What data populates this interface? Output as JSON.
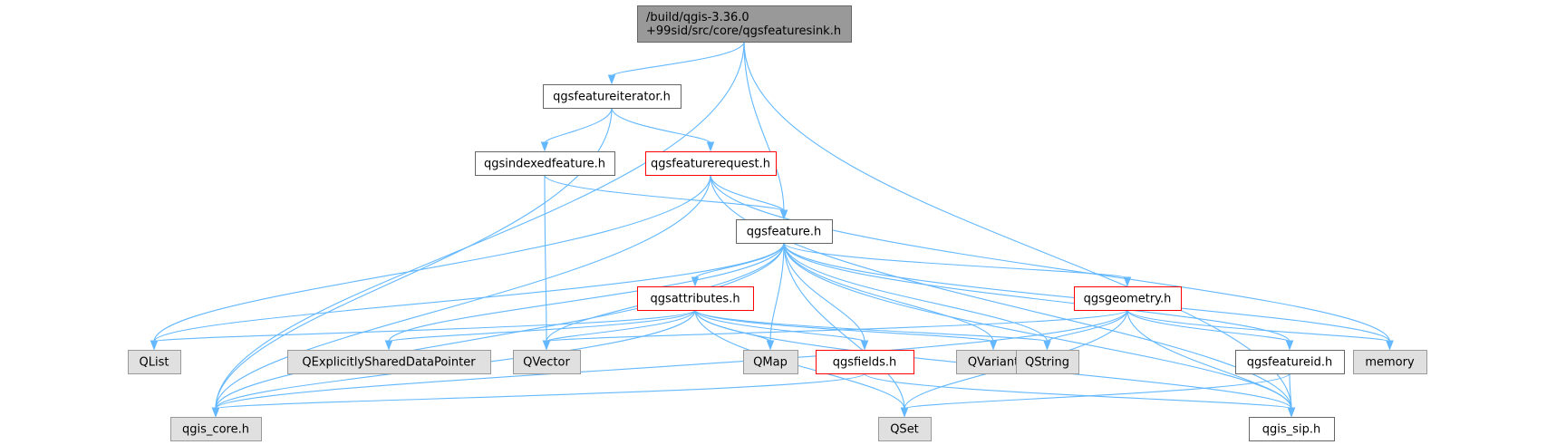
{
  "nodes": [
    {
      "id": "root",
      "lines": [
        "/build/qgis-3.36.0",
        "+99sid/src/core/qgsfeaturesink.h"
      ],
      "kind": "root"
    },
    {
      "id": "iterator",
      "lines": [
        "qgsfeatureiterator.h"
      ],
      "kind": "file"
    },
    {
      "id": "indexed",
      "lines": [
        "qgsindexedfeature.h"
      ],
      "kind": "file"
    },
    {
      "id": "request",
      "lines": [
        "qgsfeaturerequest.h"
      ],
      "kind": "truncated"
    },
    {
      "id": "feature",
      "lines": [
        "qgsfeature.h"
      ],
      "kind": "file"
    },
    {
      "id": "attributes",
      "lines": [
        "qgsattributes.h"
      ],
      "kind": "truncated"
    },
    {
      "id": "geometry",
      "lines": [
        "qgsgeometry.h"
      ],
      "kind": "truncated"
    },
    {
      "id": "qlist",
      "lines": [
        "QList"
      ],
      "kind": "external"
    },
    {
      "id": "qexpl",
      "lines": [
        "QExplicitlySharedDataPointer"
      ],
      "kind": "external"
    },
    {
      "id": "qvector",
      "lines": [
        "QVector"
      ],
      "kind": "external"
    },
    {
      "id": "qmap",
      "lines": [
        "QMap"
      ],
      "kind": "external"
    },
    {
      "id": "fields",
      "lines": [
        "qgsfields.h"
      ],
      "kind": "truncated"
    },
    {
      "id": "qvariant",
      "lines": [
        "QVariant"
      ],
      "kind": "external"
    },
    {
      "id": "qstring",
      "lines": [
        "QString"
      ],
      "kind": "external"
    },
    {
      "id": "featureid",
      "lines": [
        "qgsfeatureid.h"
      ],
      "kind": "file"
    },
    {
      "id": "memory",
      "lines": [
        "memory"
      ],
      "kind": "external"
    },
    {
      "id": "core",
      "lines": [
        "qgis_core.h"
      ],
      "kind": "external"
    },
    {
      "id": "qset",
      "lines": [
        "QSet"
      ],
      "kind": "external"
    },
    {
      "id": "sip",
      "lines": [
        "qgis_sip.h"
      ],
      "kind": "file"
    }
  ],
  "edges": [
    [
      "root",
      "iterator"
    ],
    [
      "root",
      "feature"
    ],
    [
      "root",
      "core"
    ],
    [
      "root",
      "sip"
    ],
    [
      "iterator",
      "indexed"
    ],
    [
      "iterator",
      "request"
    ],
    [
      "iterator",
      "core"
    ],
    [
      "indexed",
      "feature"
    ],
    [
      "indexed",
      "qvector"
    ],
    [
      "request",
      "feature"
    ],
    [
      "request",
      "qlist"
    ],
    [
      "request",
      "core"
    ],
    [
      "request",
      "memory"
    ],
    [
      "request",
      "sip"
    ],
    [
      "feature",
      "attributes"
    ],
    [
      "feature",
      "geometry"
    ],
    [
      "feature",
      "qlist"
    ],
    [
      "feature",
      "qexpl"
    ],
    [
      "feature",
      "qvector"
    ],
    [
      "feature",
      "qmap"
    ],
    [
      "feature",
      "fields"
    ],
    [
      "feature",
      "qvariant"
    ],
    [
      "feature",
      "qstring"
    ],
    [
      "feature",
      "featureid"
    ],
    [
      "feature",
      "memory"
    ],
    [
      "feature",
      "core"
    ],
    [
      "feature",
      "qset"
    ],
    [
      "feature",
      "sip"
    ],
    [
      "attributes",
      "qlist"
    ],
    [
      "attributes",
      "qexpl"
    ],
    [
      "attributes",
      "qvector"
    ],
    [
      "attributes",
      "qmap"
    ],
    [
      "attributes",
      "fields"
    ],
    [
      "attributes",
      "qvariant"
    ],
    [
      "attributes",
      "qstring"
    ],
    [
      "attributes",
      "core"
    ],
    [
      "attributes",
      "qset"
    ],
    [
      "attributes",
      "sip"
    ],
    [
      "geometry",
      "qvector"
    ],
    [
      "geometry",
      "qstring"
    ],
    [
      "geometry",
      "featureid"
    ],
    [
      "geometry",
      "memory"
    ],
    [
      "geometry",
      "core"
    ],
    [
      "geometry",
      "qset"
    ],
    [
      "geometry",
      "sip"
    ],
    [
      "fields",
      "core"
    ],
    [
      "fields",
      "sip"
    ],
    [
      "featureid",
      "qset"
    ],
    [
      "featureid",
      "sip"
    ]
  ],
  "colors": {
    "edge": "#63b8ff",
    "root_fill": "#999999",
    "root_stroke": "#666666",
    "file_fill": "#ffffff",
    "file_stroke": "#666666",
    "truncated_fill": "#ffffff",
    "truncated_stroke": "#ff0000",
    "external_fill": "#e0e0e0",
    "external_stroke": "#999999",
    "text": "#000000"
  }
}
